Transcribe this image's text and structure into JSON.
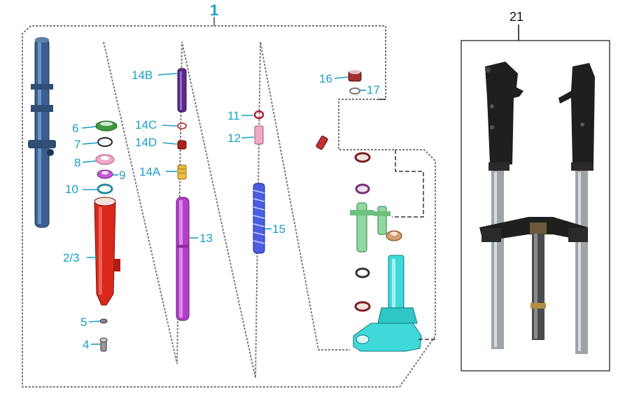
{
  "diagram": {
    "assembly_label": "1",
    "photo_label": "21",
    "callouts": {
      "c6": "6",
      "c7": "7",
      "c8": "8",
      "c9": "9",
      "c10": "10",
      "c23": "2/3",
      "c5": "5",
      "c4": "4",
      "c14b": "14B",
      "c14c": "14C",
      "c14d": "14D",
      "c14a": "14A",
      "c13": "13",
      "c11": "11",
      "c12": "12",
      "c15": "15",
      "c16": "16",
      "c17": "17"
    }
  },
  "colors": {
    "leader": "#1aa0c4",
    "outer_tube": "#3a5f8f",
    "fork_lower": "#d8281c",
    "fork_spring_tube": "#b23fc9",
    "spring": "#4a5ce0",
    "stem": "#3fd9d9",
    "bracket": "#8fd9a0",
    "seal": "#a03030"
  }
}
